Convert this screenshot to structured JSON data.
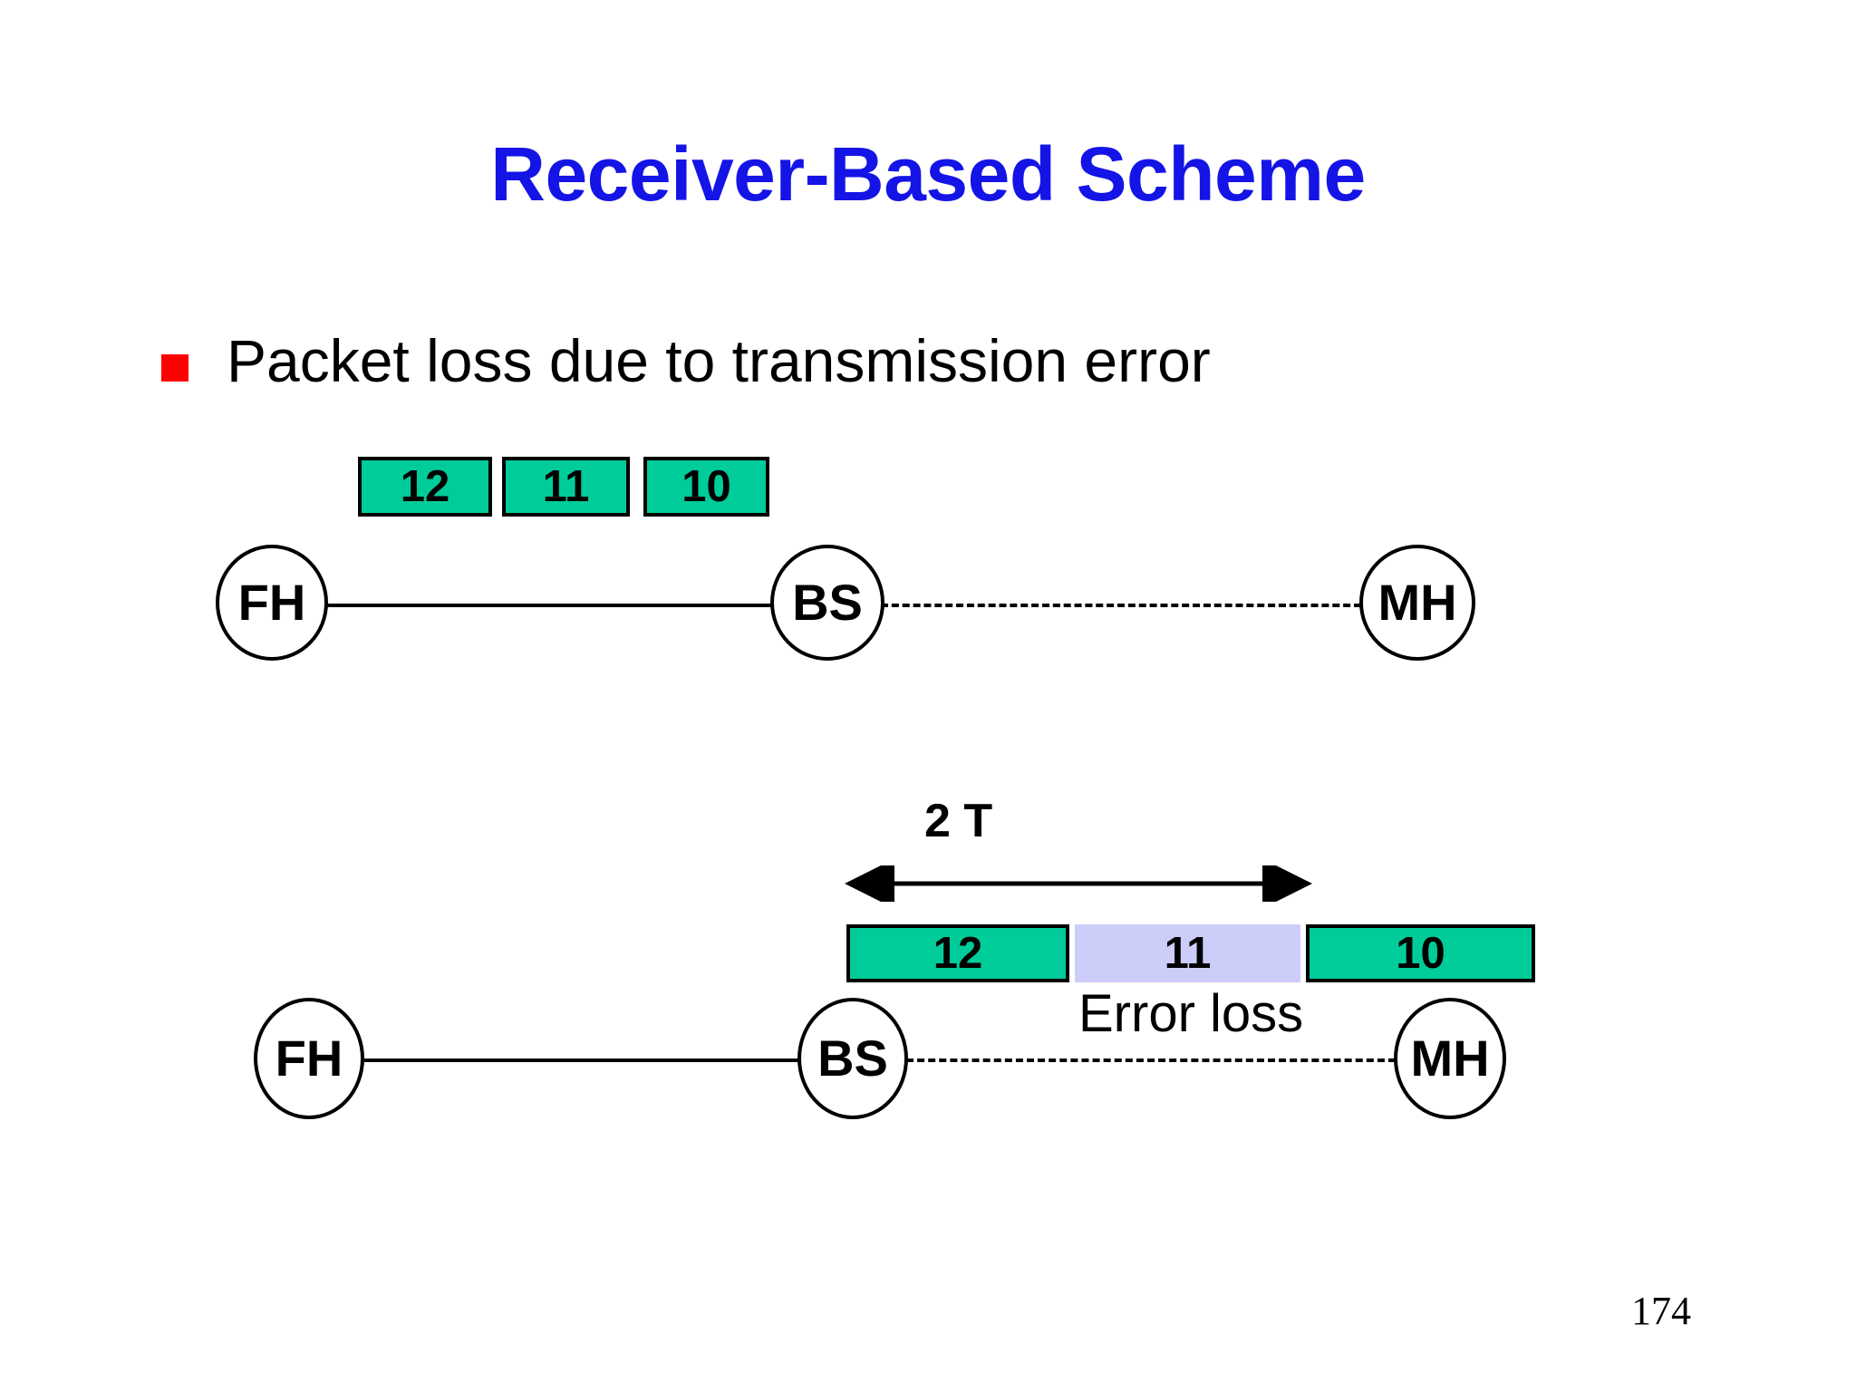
{
  "slide": {
    "title": "Receiver-Based Scheme",
    "title_color": "#1414E6",
    "page_number": "174",
    "background": "#ffffff"
  },
  "bullets": [
    {
      "marker": "red-square",
      "marker_color": "#FE0000",
      "text": "Packet loss due to transmission error"
    }
  ],
  "colors": {
    "packet_ok": "#00CC99",
    "packet_lost": "#CDCDFA",
    "stroke": "#000000"
  },
  "diagram_top": {
    "packets": [
      {
        "label": "12",
        "state": "ok"
      },
      {
        "label": "11",
        "state": "ok"
      },
      {
        "label": "10",
        "state": "ok"
      }
    ],
    "nodes": [
      {
        "id": "fh",
        "label": "FH"
      },
      {
        "id": "bs",
        "label": "BS"
      },
      {
        "id": "mh",
        "label": "MH"
      }
    ],
    "links": [
      {
        "from": "FH",
        "to": "BS",
        "style": "solid"
      },
      {
        "from": "BS",
        "to": "MH",
        "style": "dashed"
      }
    ]
  },
  "diagram_bottom": {
    "measure": {
      "label": "2 T",
      "arrow": "double-headed"
    },
    "packets": [
      {
        "label": "12",
        "state": "ok"
      },
      {
        "label": "11",
        "state": "lost"
      },
      {
        "label": "10",
        "state": "ok"
      }
    ],
    "annotation": "Error loss",
    "nodes": [
      {
        "id": "fh",
        "label": "FH"
      },
      {
        "id": "bs",
        "label": "BS"
      },
      {
        "id": "mh",
        "label": "MH"
      }
    ],
    "links": [
      {
        "from": "FH",
        "to": "BS",
        "style": "solid"
      },
      {
        "from": "BS",
        "to": "MH",
        "style": "dashed"
      }
    ]
  }
}
